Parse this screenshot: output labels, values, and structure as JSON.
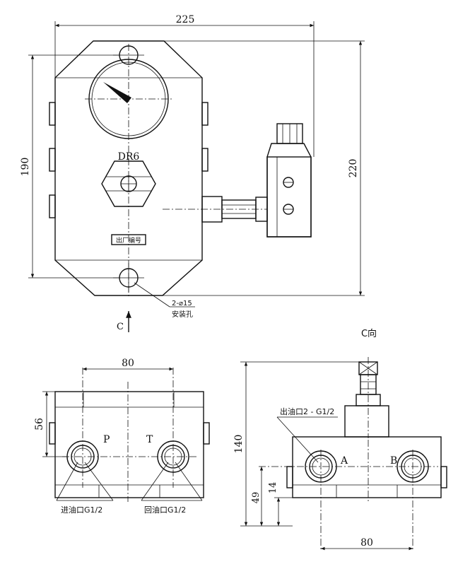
{
  "top_view": {
    "width_dim": "225",
    "height_dim_left": "190",
    "height_dim_right": "220",
    "model_label": "DR6",
    "serial_plate": "出厂编号",
    "hole_note_line1": "2-⌀15",
    "hole_note_line2": "安装孔",
    "view_arrow_label": "C"
  },
  "front_view": {
    "port_spacing_dim": "80",
    "height_dim": "56",
    "port_p": "P",
    "port_t": "T",
    "inlet_label": "进油口G1/2",
    "return_label": "回油口G1/2"
  },
  "side_view": {
    "title": "C向",
    "outlet_label": "出油口2 - G1/2",
    "height_dim": "140",
    "dim_49": "49",
    "dim_14": "14",
    "port_a": "A",
    "port_b": "B",
    "port_spacing_dim": "80"
  }
}
